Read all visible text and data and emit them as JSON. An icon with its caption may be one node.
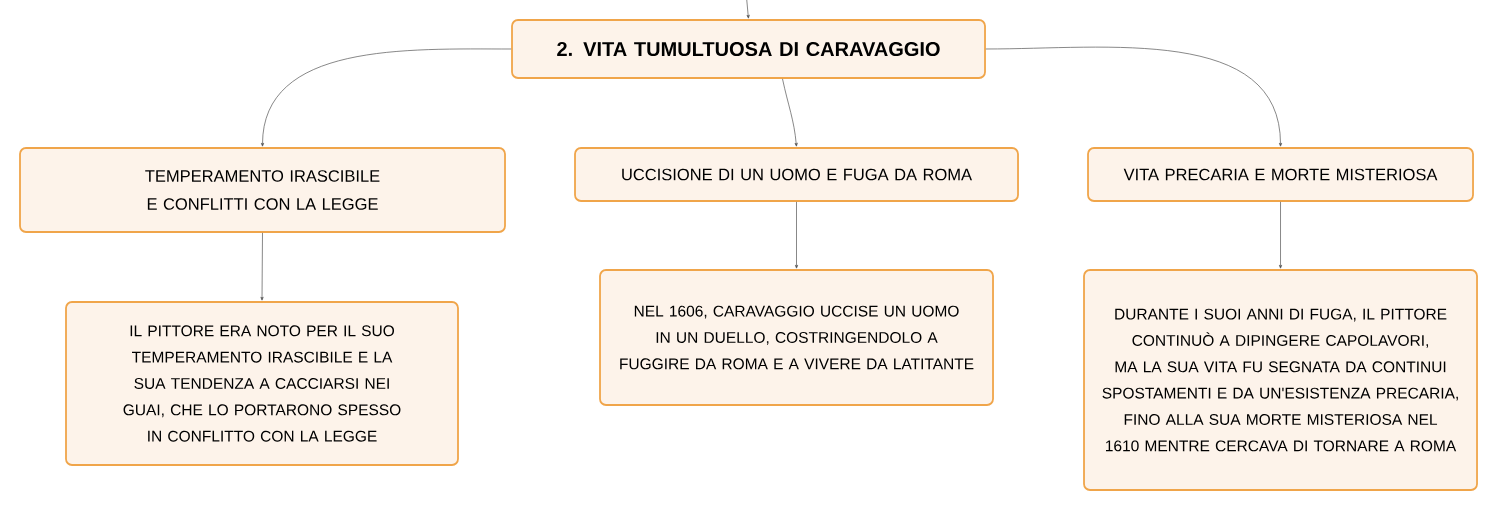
{
  "diagram": {
    "nodes": [
      {
        "text": [
          "2. VITA TUMULTUOSA DI CARAVAGGIO"
        ]
      },
      {
        "text": [
          "TEMPERAMENTO IRASCIBILE E CONFLITTI CON LA LEGGE"
        ]
      },
      {
        "text": [
          "UCCISIONE DI UN UOMO E FUGA DA ROMA"
        ]
      },
      {
        "text": [
          "VITA PRECARIA E MORTE MISTERIOSA"
        ]
      },
      {
        "text": [
          "IL PITTORE ERA NOTO PER IL SUO TEMPERAMENTO IRASCIBILE E LA SUA TENDENZA A CACCIARSI NEI GUAI, CHE LO PORTARONO SPESSO IN CONFLITTO CON LA LEGGE"
        ]
      },
      {
        "text": [
          "NEL 1606, CARAVAGGIO UCCISE UN UOMO IN UN DUELLO, COSTRINGENDOLO A FUGGIRE DA ROMA E A VIVERE DA LATITANTE"
        ]
      },
      {
        "text": [
          "DURANTE I SUOI ANNI DI FUGA, IL PITTORE CONTINUÒ A DIPINGERE CAPOLAVORI, MA LA SUA VITA FU SEGNATA DA CONTINUI SPOSTAMENTI E DA UN'ESISTENZA PRECARIA, FINO ALLA SUA MORTE MISTERIOSA NEL 1610 MENTRE CERCAVA DI TORNARE A ROMA"
        ]
      }
    ],
    "edges": [
      {
        "from": null,
        "to": 0,
        "arrow": "to"
      },
      {
        "from": 0,
        "to": 1,
        "arrow": "to"
      },
      {
        "from": 0,
        "to": 2,
        "arrow": "to"
      },
      {
        "from": 0,
        "to": 3,
        "arrow": "to"
      },
      {
        "from": 1,
        "to": 4,
        "arrow": "to"
      },
      {
        "from": 2,
        "to": 5,
        "arrow": "to"
      },
      {
        "from": 3,
        "to": 6,
        "arrow": "to"
      }
    ]
  }
}
